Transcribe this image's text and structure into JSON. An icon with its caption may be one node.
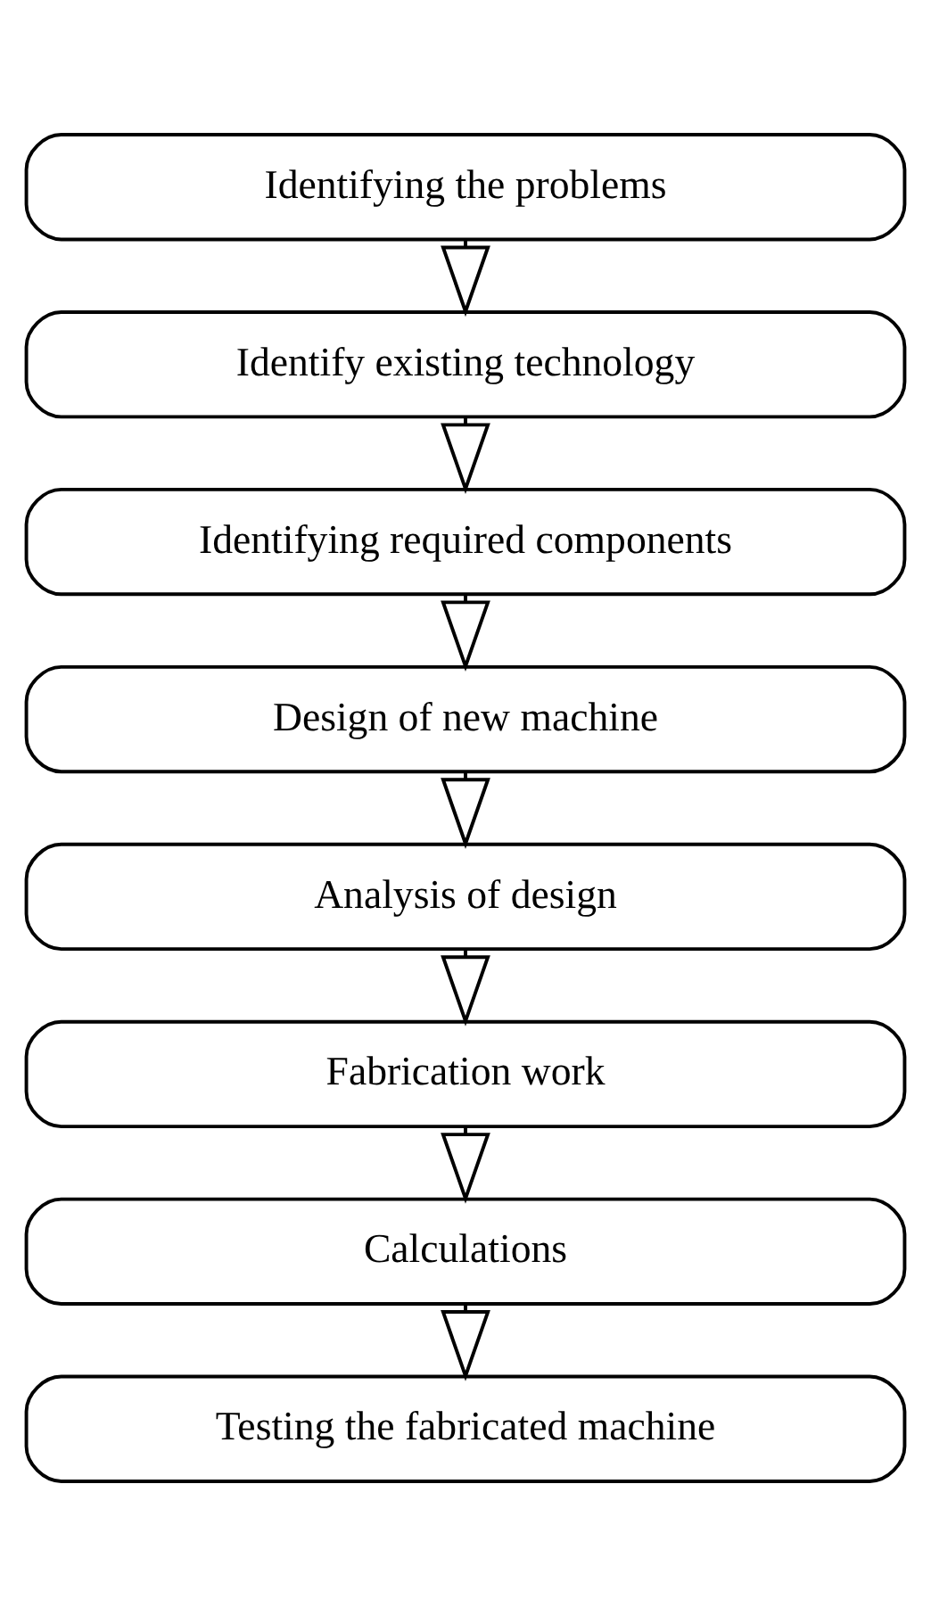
{
  "diagram": {
    "nodes": [
      {
        "text": [
          "Identifying the problems"
        ]
      },
      {
        "text": [
          "Identify existing technology"
        ]
      },
      {
        "text": [
          "Identifying required components"
        ]
      },
      {
        "text": [
          "Design of new machine"
        ]
      },
      {
        "text": [
          "Analysis of design"
        ]
      },
      {
        "text": [
          "Fabrication work"
        ]
      },
      {
        "text": [
          "Calculations"
        ]
      },
      {
        "text": [
          "Testing the fabricated machine"
        ]
      }
    ],
    "edges": [
      {
        "from": 0,
        "to": 1,
        "arrow": "to"
      },
      {
        "from": 1,
        "to": 2,
        "arrow": "to"
      },
      {
        "from": 2,
        "to": 3,
        "arrow": "to"
      },
      {
        "from": 3,
        "to": 4,
        "arrow": "to"
      },
      {
        "from": 4,
        "to": 5,
        "arrow": "to"
      },
      {
        "from": 5,
        "to": 6,
        "arrow": "to"
      },
      {
        "from": 6,
        "to": 7,
        "arrow": "to"
      }
    ]
  }
}
